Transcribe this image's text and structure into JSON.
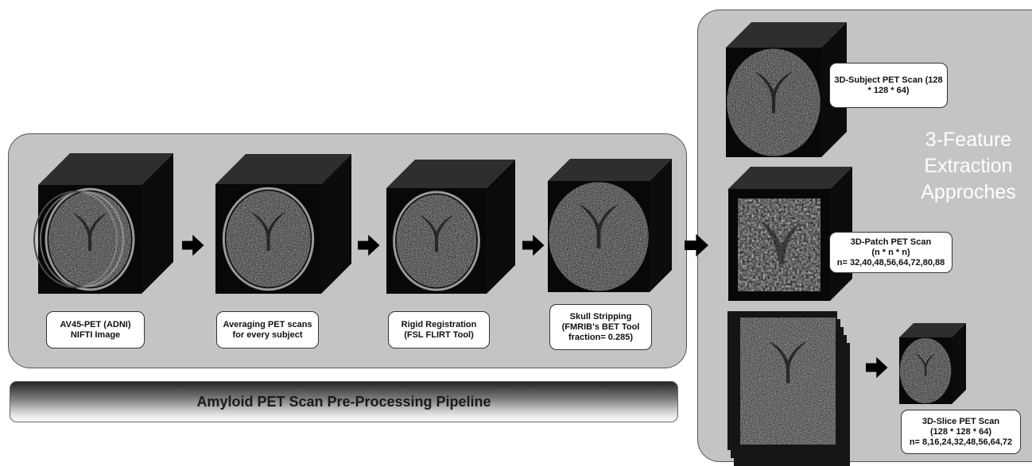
{
  "pipeline": {
    "title": "Amyloid PET Scan Pre-Processing Pipeline",
    "steps": [
      {
        "label": "AV45-PET (ADNI)\nNIFTI Image"
      },
      {
        "label": "Averaging PET scans\nfor every subject"
      },
      {
        "label": "Rigid Registration\n(FSL FLIRT Tool)"
      },
      {
        "label": "Skull Stripping\n(FMRIB's BET Tool\nfraction= 0.285)"
      }
    ]
  },
  "feature_extraction": {
    "title": "3-Feature\nExtraction\nApproches",
    "approaches": [
      {
        "label": "3D-Subject PET Scan (128\n* 128 * 64)"
      },
      {
        "label": "3D-Patch PET Scan\n(n * n * n)\nn= 32,40,48,56,64,72,80,88"
      },
      {
        "label": "3D-Slice PET Scan\n(128 * 128 * 64)\nn= 8,16,24,32,48,56,64,72"
      }
    ]
  },
  "colors": {
    "panel": "#c4c4c4",
    "cube_dark": "#111111",
    "arrow": "#000000"
  }
}
